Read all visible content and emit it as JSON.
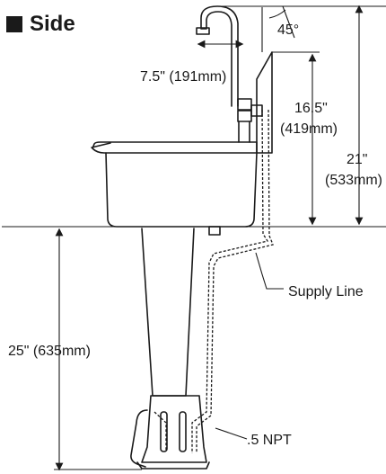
{
  "title": "Side",
  "labels": {
    "angle": "45°",
    "spout_reach": "7.5\" (191mm)",
    "height_backsplash_in": "16.5\"",
    "height_backsplash_mm": "(419mm)",
    "height_total_in": "21\"",
    "height_total_mm": "(533mm)",
    "supply_line": "Supply Line",
    "pedestal_height": "25\" (635mm)",
    "npt": ".5 NPT"
  }
}
